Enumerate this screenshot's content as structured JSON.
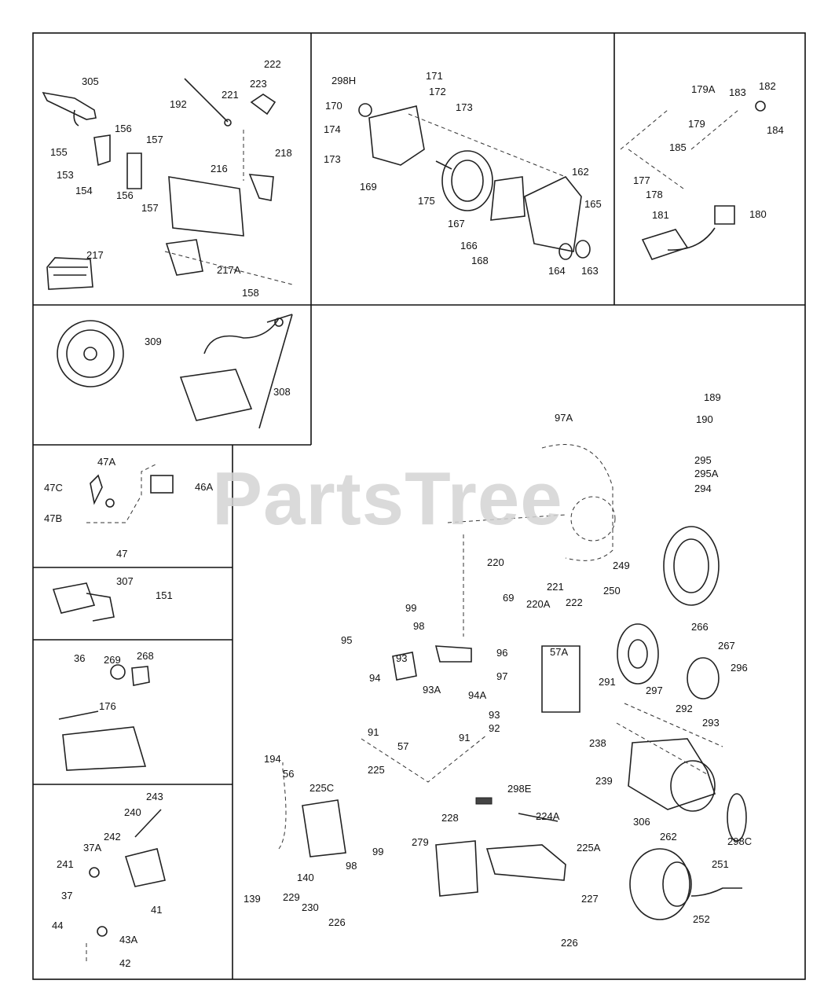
{
  "watermark": "PartsTree",
  "callouts": {
    "c305": "305",
    "c192": "192",
    "c221a": "221",
    "c223": "223",
    "c222a": "222",
    "c155": "155",
    "c153": "153",
    "c156a": "156",
    "c154": "154",
    "c156b": "156",
    "c157a": "157",
    "c157b": "157",
    "c218": "218",
    "c216": "216",
    "c217": "217",
    "c217A": "217A",
    "c158": "158",
    "c298H": "298H",
    "c171": "171",
    "c172": "172",
    "c170": "170",
    "c173a": "173",
    "c174": "174",
    "c173b": "173",
    "c169": "169",
    "c175": "175",
    "c162": "162",
    "c167": "167",
    "c165": "165",
    "c166": "166",
    "c168": "168",
    "c164": "164",
    "c163": "163",
    "c179A": "179A",
    "c182": "182",
    "c183": "183",
    "c179": "179",
    "c184": "184",
    "c185": "185",
    "c177": "177",
    "c178": "178",
    "c181": "181",
    "c180": "180",
    "c309": "309",
    "c308": "308",
    "c47A": "47A",
    "c47C": "47C",
    "c46A": "46A",
    "c47B": "47B",
    "c47": "47",
    "c307": "307",
    "c151": "151",
    "c36": "36",
    "c269": "269",
    "c268": "268",
    "c176": "176",
    "c243": "243",
    "c240": "240",
    "c37A": "37A",
    "c242": "242",
    "c241": "241",
    "c37": "37",
    "c41": "41",
    "c44": "44",
    "c43A": "43A",
    "c42": "42",
    "c189": "189",
    "c97A": "97A",
    "c190": "190",
    "c295": "295",
    "c295A": "295A",
    "c294": "294",
    "c220": "220",
    "c249": "249",
    "c69": "69",
    "c221b": "221",
    "c222b": "222",
    "c220A": "220A",
    "c250": "250",
    "c99a": "99",
    "c98a": "98",
    "c266": "266",
    "c267": "267",
    "c95": "95",
    "c93a": "93",
    "c96": "96",
    "c93A": "93A",
    "c97": "97",
    "c94": "94",
    "c94A": "94A",
    "c57A": "57A",
    "c291": "291",
    "c297": "297",
    "c296": "296",
    "c292": "292",
    "c293": "293",
    "c93b": "93",
    "c91a": "91",
    "c92": "92",
    "c57": "57",
    "c91b": "91",
    "c225": "225",
    "c238": "238",
    "c239": "239",
    "c194": "194",
    "c56": "56",
    "c225C": "225C",
    "c99b": "99",
    "c98b": "98",
    "c139": "139",
    "c140": "140",
    "c229": "229",
    "c230": "230",
    "c226a": "226",
    "c298E": "298E",
    "c224A": "224A",
    "c228": "228",
    "c279": "279",
    "c225A": "225A",
    "c227": "227",
    "c226b": "226",
    "c306": "306",
    "c262": "262",
    "c298C": "298C",
    "c251": "251",
    "c252": "252"
  }
}
